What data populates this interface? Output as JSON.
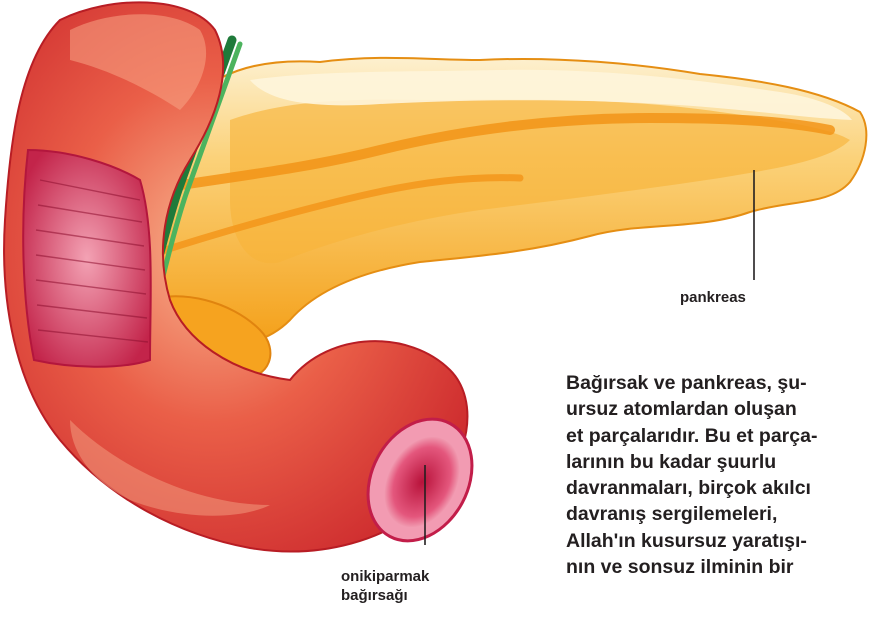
{
  "labels": {
    "pancreas": "pankreas",
    "duodenum_line1": "onikiparmak",
    "duodenum_line2": "bağırsağı"
  },
  "caption_lines": [
    "Bağırsak ve pankreas, şu-",
    "ursuz atomlardan oluşan",
    "et parçalarıdır. Bu et parça-",
    "larının bu kadar şuurlu",
    "davranmaları, birçok akılcı",
    "davranış sergilemeleri,",
    "Allah'ın kusursuz yaratışı-",
    "nın ve sonsuz ilminin bir"
  ],
  "colors": {
    "intestine": "#e4453a",
    "intestine_inner": "#d94a6e",
    "pancreas": "#f7a21b",
    "pancreas_light": "#fbe7b8",
    "vessel": "#2f9a4a",
    "text": "#231f20"
  }
}
